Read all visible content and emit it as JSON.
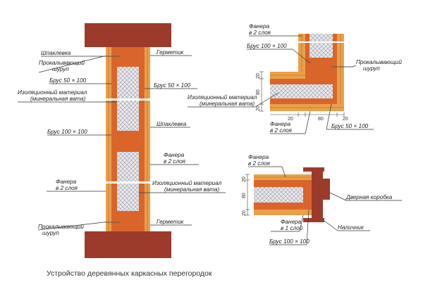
{
  "caption": "Устройство деревянных каркасных перегородок",
  "colors": {
    "brick": "#9c3a2c",
    "stud": "#d9652a",
    "ply": "#e9a04a",
    "insul": "#e6e6ea",
    "white": "#ffffff"
  },
  "left": {
    "shpaklevka_top": "Шпаклевка",
    "screw_top_1": "Прокалывающий",
    "screw_top_2": "шуруп",
    "brus_left": "Брус 50 × 100",
    "insul_1": "Изоляционный материал",
    "insul_2": "(минеральная вата)",
    "brus_100": "Брус 100 × 100",
    "ply_l1": "Фанера",
    "ply_l2": "в 2 слоя",
    "screw_bot_1": "Прокалывающий",
    "screw_bot_2": "шуруп",
    "germetik_top": "Герметик",
    "brus_right": "Брус 50 × 100",
    "shpaklevka_right": "Шпаклевка",
    "ply_r1": "Фанера",
    "ply_r2": "в 2 слоя",
    "insul_r1": "Изоляционный материал",
    "insul_r2": "(минеральная вата)",
    "germetik_bot": "Герметик"
  },
  "corner": {
    "ply_top_1": "Фанера",
    "ply_top_2": "в 2 слоя",
    "brus_100": "Брус 100 × 100",
    "screw_1": "Прокалывающий",
    "screw_2": "шуруп",
    "insul_1": "Изоляционный материал",
    "insul_2": "(минеральная вата)",
    "ply_bot_1": "Фанера",
    "ply_bot_2": "в 2 слоя",
    "brus_50": "Брус 50 × 100",
    "d20a": "20",
    "d80a": "80",
    "d20b": "20",
    "d20c": "20",
    "d80b": "80",
    "d20d": "20"
  },
  "door": {
    "ply_top_1": "Фанера",
    "ply_top_2": "в 2 слоя",
    "frame": "Дверная коробка",
    "trim": "Наличник",
    "ply_bot_1": "Фанера",
    "ply_bot_2": "в 1 слой",
    "brus_100": "Брус 100 × 100",
    "d20a": "20",
    "d80": "80",
    "d20b": "20"
  }
}
